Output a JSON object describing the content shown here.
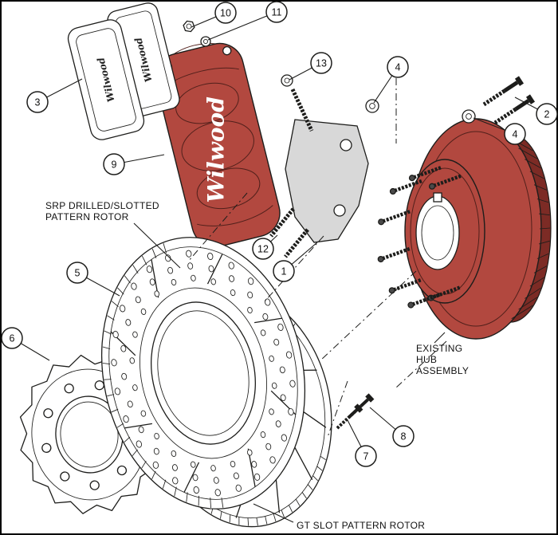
{
  "colors": {
    "line": "#1d1d1b",
    "red": "#b2483f",
    "red_dark": "#7c2b25",
    "gray": "#d8d8d8"
  },
  "labels": {
    "srp_rotor_line1": "SRP DRILLED/SLOTTED",
    "srp_rotor_line2": "PATTERN ROTOR",
    "hub_line1": "EXISTING",
    "hub_line2": "HUB",
    "hub_line3": "ASSEMBLY",
    "gt_rotor": "GT SLOT PATTERN ROTOR"
  },
  "brand": {
    "caliper": "Wilwood",
    "pad_front": "Wilwood",
    "pad_rear": "Wilwood"
  },
  "callouts": {
    "c1": "1",
    "c2": "2",
    "c3": "3",
    "c4a": "4",
    "c4b": "4",
    "c5": "5",
    "c6": "6",
    "c7": "7",
    "c8": "8",
    "c9": "9",
    "c10": "10",
    "c11": "11",
    "c12": "12",
    "c13": "13"
  }
}
